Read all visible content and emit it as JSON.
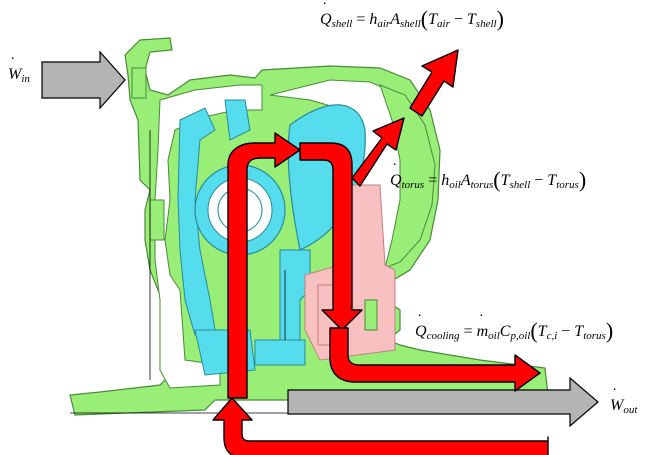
{
  "labels": {
    "w_in": {
      "sym": "W",
      "sub": "in"
    },
    "w_out": {
      "sym": "W",
      "sub": "out"
    },
    "q_shell": {
      "lhs": "Q",
      "lhs_sub": "shell",
      "h": "h",
      "h_sub": "air",
      "a": "A",
      "a_sub": "shell",
      "t1": "T",
      "t1_sub": "air",
      "t2": "T",
      "t2_sub": "shell"
    },
    "q_torus": {
      "lhs": "Q",
      "lhs_sub": "torus",
      "h": "h",
      "h_sub": "oil",
      "a": "A",
      "a_sub": "torus",
      "t1": "T",
      "t1_sub": "shell",
      "t2": "T",
      "t2_sub": "torus"
    },
    "q_cooling": {
      "lhs": "Q",
      "lhs_sub": "cooling",
      "m": "m",
      "m_sub": "oil",
      "c": "C",
      "c_sub": "p,oil",
      "t1": "T",
      "t1_sub": "c,i",
      "t2": "T",
      "t2_sub": "torus"
    }
  },
  "colors": {
    "housing": "#99ee77",
    "housing_stroke": "#4a8a3a",
    "cyan": "#55ddee",
    "cyan_stroke": "#2a8a99",
    "pink": "#f8c0c0",
    "pink_stroke": "#c08080",
    "arrow_red": "#ff0000",
    "arrow_grey": "#b4b4b4",
    "outline": "#000000"
  },
  "icons": {
    "heat_arrow": "red-arrow",
    "work_arrow": "grey-arrow"
  }
}
